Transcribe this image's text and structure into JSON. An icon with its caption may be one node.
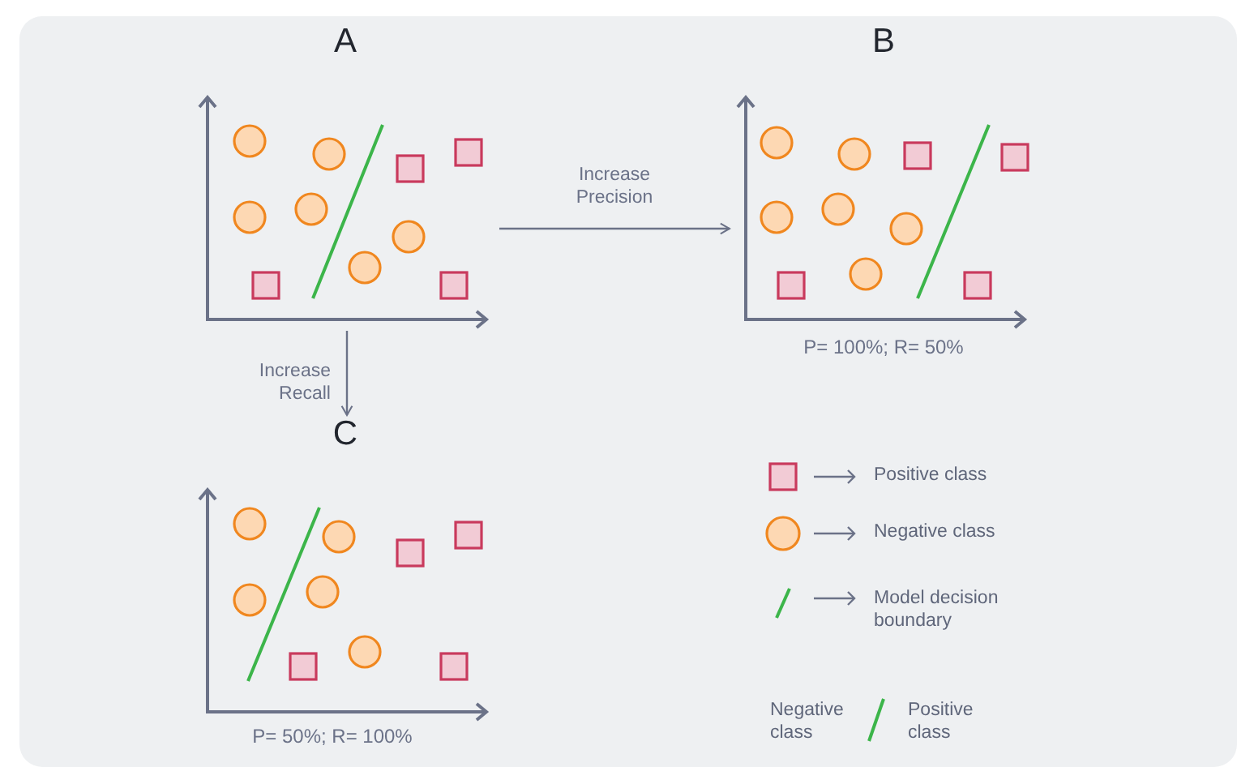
{
  "diagram": {
    "nodes": [
      {
        "text": [
          "A"
        ]
      },
      {
        "text": [
          "B"
        ],
        "beside": [
          "P= 100%; R= 50%"
        ]
      },
      {
        "text": [
          "C"
        ],
        "beside": [
          "P= 50%; R= 100%"
        ]
      }
    ],
    "edges": [
      {
        "from": 0,
        "to": 1,
        "arrow": "to",
        "label": "Increase Precision"
      },
      {
        "from": 0,
        "to": 2,
        "arrow": "to",
        "label": "Increase Recall"
      }
    ],
    "labels": [
      "Negative class",
      "Positive class"
    ],
    "legend": [
      {
        "text": "Positive class"
      },
      {
        "text": "Negative class"
      },
      {
        "text": "Model decision boundary"
      }
    ]
  }
}
